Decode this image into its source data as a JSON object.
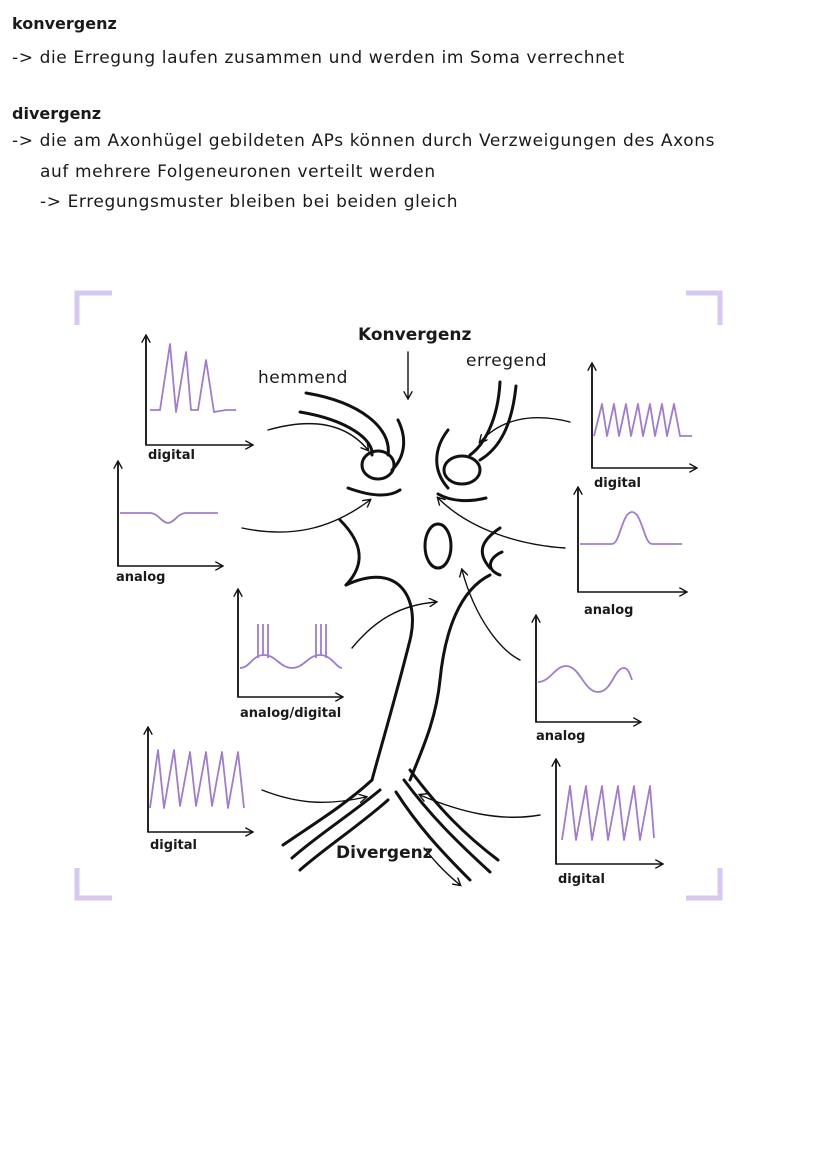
{
  "notes": {
    "konvergenz_heading": "konvergenz",
    "konvergenz_line": "-> die Erregung laufen zusammen und werden im Soma verrechnet",
    "divergenz_heading": "divergenz",
    "divergenz_line1": "-> die am Axonhügel gebildeten APs können durch Verzweigungen des Axons",
    "divergenz_line2": "auf mehrere Folgeneuronen verteilt werden",
    "divergenz_line3": "-> Erregungsmuster bleiben bei beiden gleich"
  },
  "diagram": {
    "title_top": "Konvergenz",
    "title_bottom": "Divergenz",
    "label_inhibitory": "hemmend",
    "label_excitatory": "erregend",
    "signal_color": "#a07ccc",
    "corner_color": "#d8c7ee",
    "graphs": [
      {
        "name": "graph-digital-top-left",
        "label": "digital",
        "kind": "digital"
      },
      {
        "name": "graph-analog-left",
        "label": "analog",
        "kind": "analog"
      },
      {
        "name": "graph-analog-digital",
        "label": "analog/digital",
        "kind": "analog-digital"
      },
      {
        "name": "graph-digital-bottom-left",
        "label": "digital",
        "kind": "digital"
      },
      {
        "name": "graph-digital-top-right",
        "label": "digital",
        "kind": "digital"
      },
      {
        "name": "graph-analog-right",
        "label": "analog",
        "kind": "analog"
      },
      {
        "name": "graph-analog-wave-right",
        "label": "analog",
        "kind": "analog"
      },
      {
        "name": "graph-digital-bottom-right",
        "label": "digital",
        "kind": "digital"
      }
    ]
  }
}
